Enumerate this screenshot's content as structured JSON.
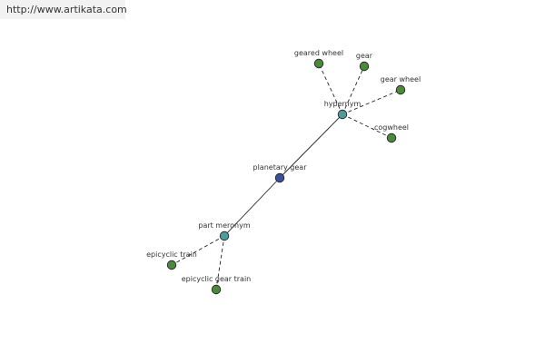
{
  "header": {
    "url": "http://www.artikata.com"
  },
  "colors": {
    "center": "#3b4f9c",
    "relation": "#4f9a9a",
    "leaf": "#4a8a3a",
    "edge": "#222222",
    "node_stroke": "#1a1a1a"
  },
  "graph": {
    "center": {
      "label": "planetary gear"
    },
    "relations": [
      {
        "label": "hypernym",
        "children": [
          "geared wheel",
          "gear",
          "gear wheel",
          "cogwheel"
        ]
      },
      {
        "label": "part meronym",
        "children": [
          "epicyclic train",
          "epicyclic gear train"
        ]
      }
    ]
  }
}
